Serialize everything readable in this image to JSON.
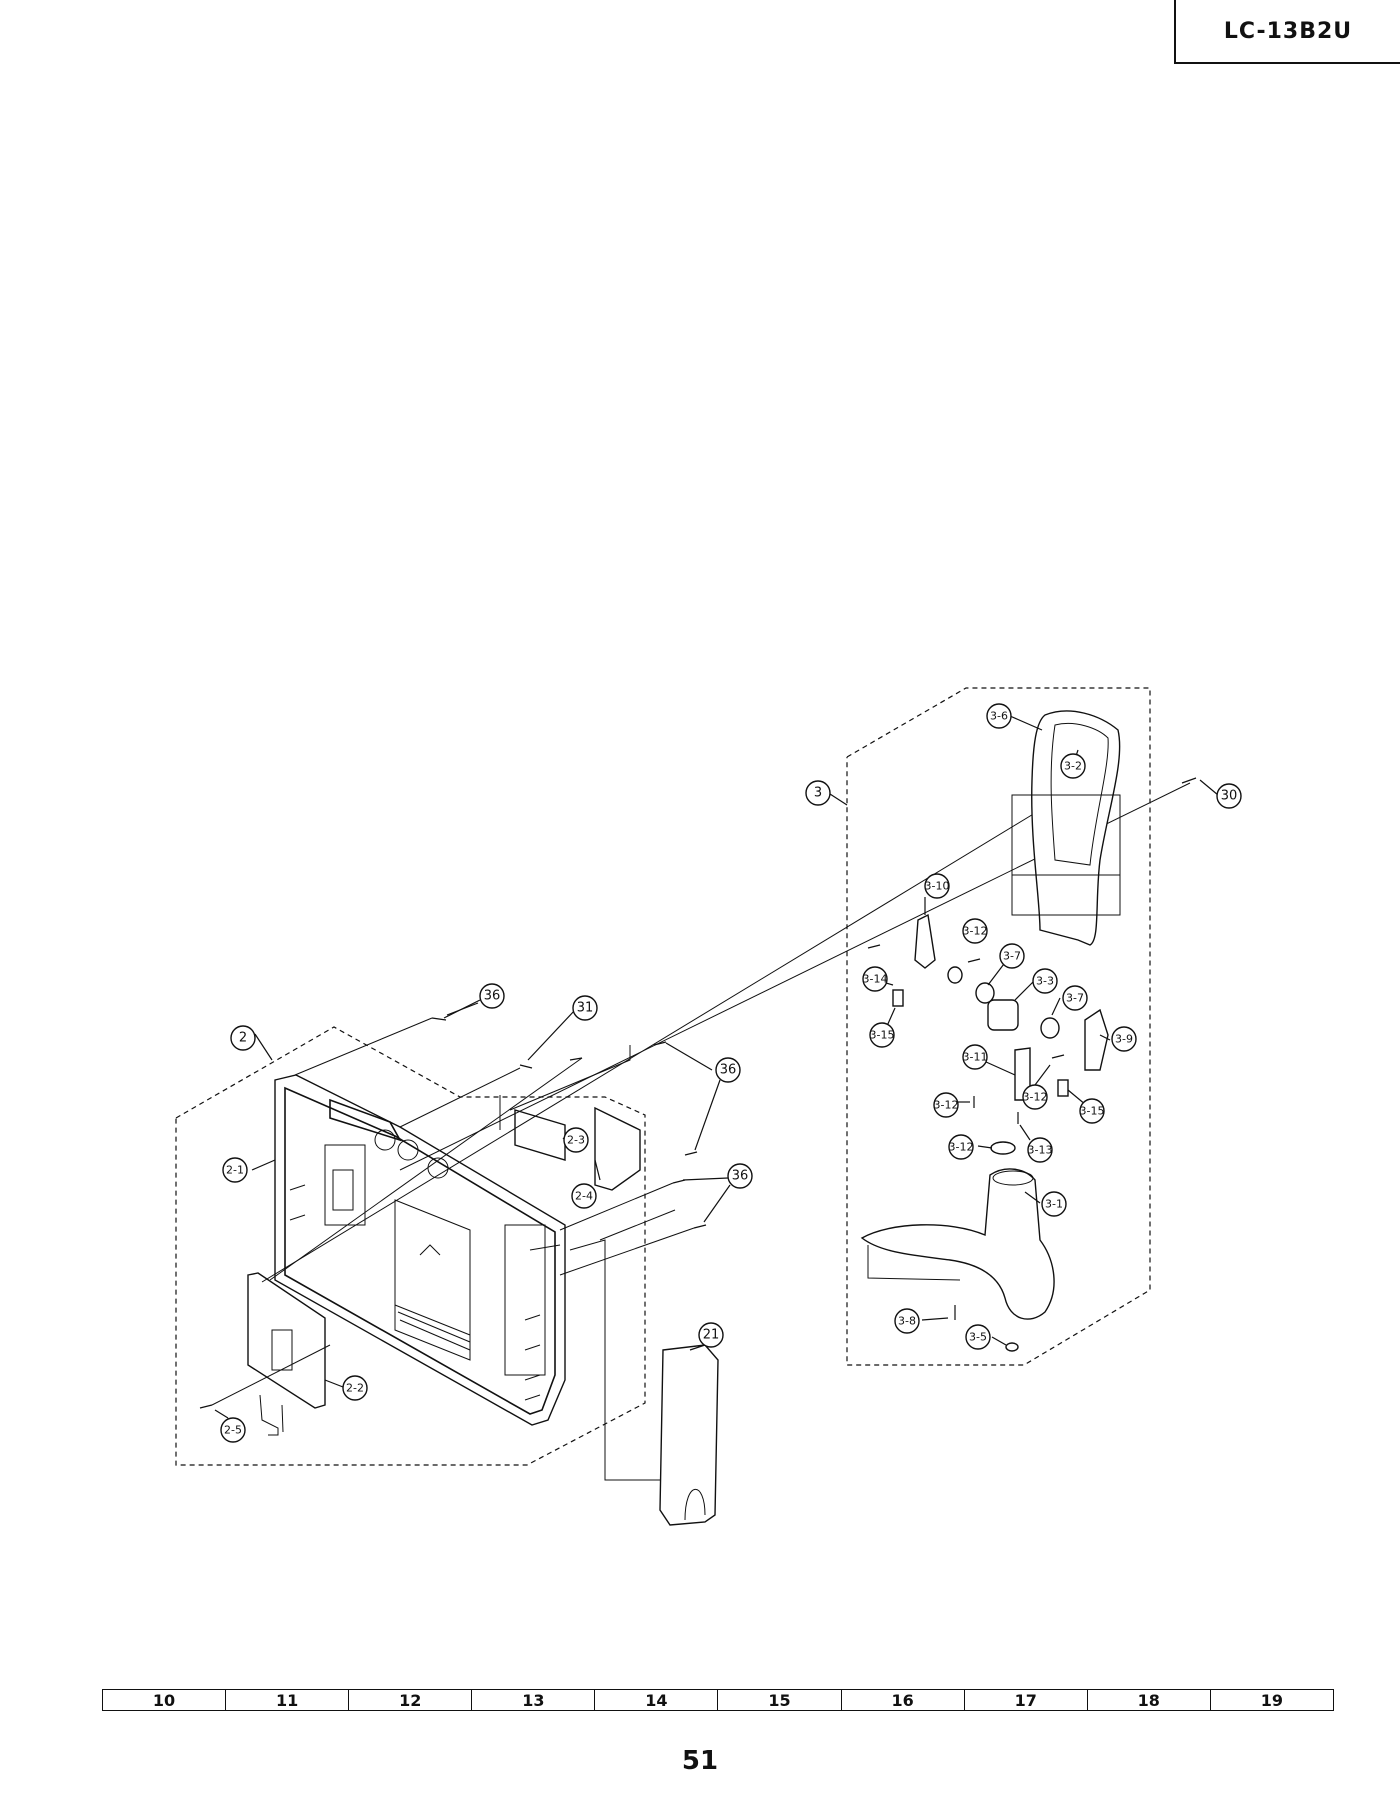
{
  "model": "LC-13B2U",
  "page_number": "51",
  "index_cells": [
    "10",
    "11",
    "12",
    "13",
    "14",
    "15",
    "16",
    "17",
    "18",
    "19"
  ],
  "callouts": {
    "c2": "2",
    "c2_1": "2-1",
    "c2_2": "2-2",
    "c2_3": "2-3",
    "c2_4": "2-4",
    "c2_5": "2-5",
    "c3": "3",
    "c3_1": "3-1",
    "c3_2": "3-2",
    "c3_3": "3-3",
    "c3_5": "3-5",
    "c3_6": "3-6",
    "c3_7a": "3-7",
    "c3_7b": "3-7",
    "c3_8": "3-8",
    "c3_9": "3-9",
    "c3_10": "3-10",
    "c3_11": "3-11",
    "c3_12a": "3-12",
    "c3_12b": "3-12",
    "c3_12c": "3-12",
    "c3_12d": "3-12",
    "c3_13": "3-13",
    "c3_14": "3-14",
    "c3_15a": "3-15",
    "c3_15b": "3-15",
    "c21": "21",
    "c30": "30",
    "c31": "31",
    "c36a": "36",
    "c36b": "36",
    "c36c": "36"
  }
}
